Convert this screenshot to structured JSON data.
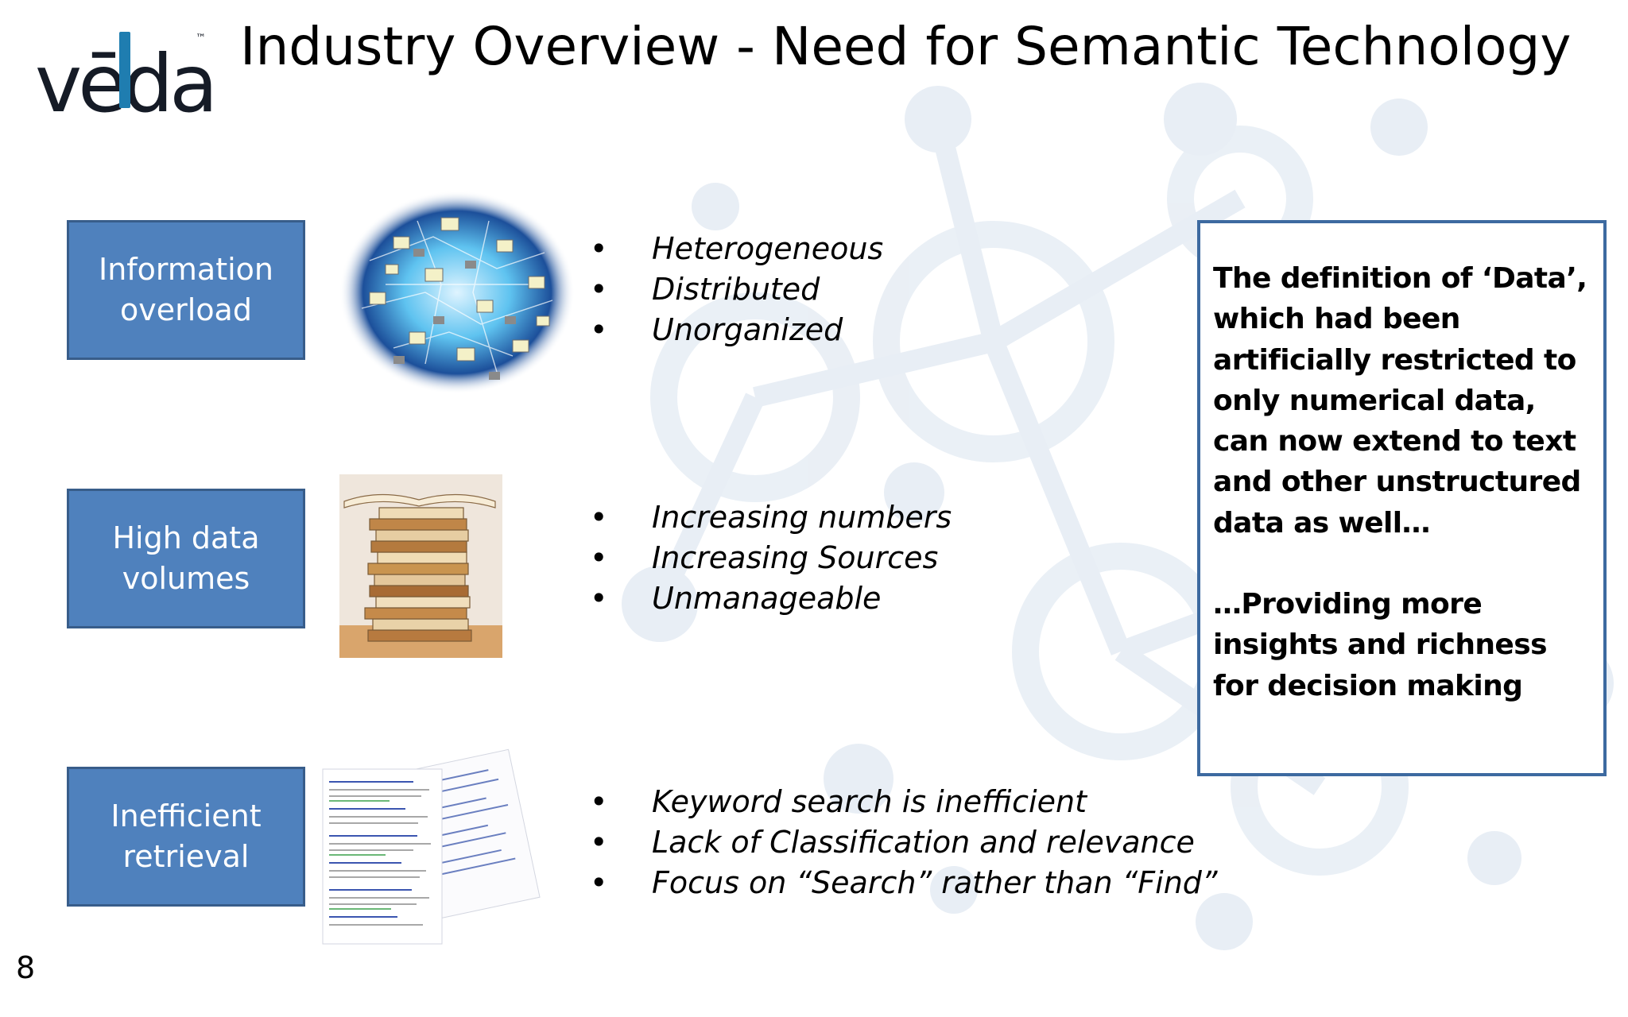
{
  "slide": {
    "logo_text": "vēda",
    "logo_tm": "™",
    "title": "Industry Overview - Need for Semantic Technology",
    "page_number": "8",
    "colors": {
      "box_fill": "#4f81bd",
      "box_border": "#385d8a",
      "quote_border": "#3d6aa0",
      "logo_blue": "#1f7db0",
      "logo_dark": "#151b26"
    }
  },
  "rows": [
    {
      "category": [
        "Information",
        "overload"
      ],
      "image": "globe-network-icon",
      "bullets": [
        "Heterogeneous",
        "Distributed",
        "Unorganized"
      ]
    },
    {
      "category": [
        "High data",
        "volumes"
      ],
      "image": "book-stack-icon",
      "bullets": [
        "Increasing numbers",
        "Increasing Sources",
        "Unmanageable"
      ]
    },
    {
      "category": [
        "Inefficient",
        "retrieval"
      ],
      "image": "search-results-pages-icon",
      "bullets": [
        "Keyword search is inefficient",
        "Lack of Classification and relevance",
        "Focus on “Search” rather than “Find”"
      ]
    }
  ],
  "quote": {
    "paragraph1": "The definition of ‘Data’, which had been artificially restricted to only numerical data, can now extend to text and other unstructured data as well…",
    "paragraph2": "…Providing more insights and richness for decision making"
  }
}
